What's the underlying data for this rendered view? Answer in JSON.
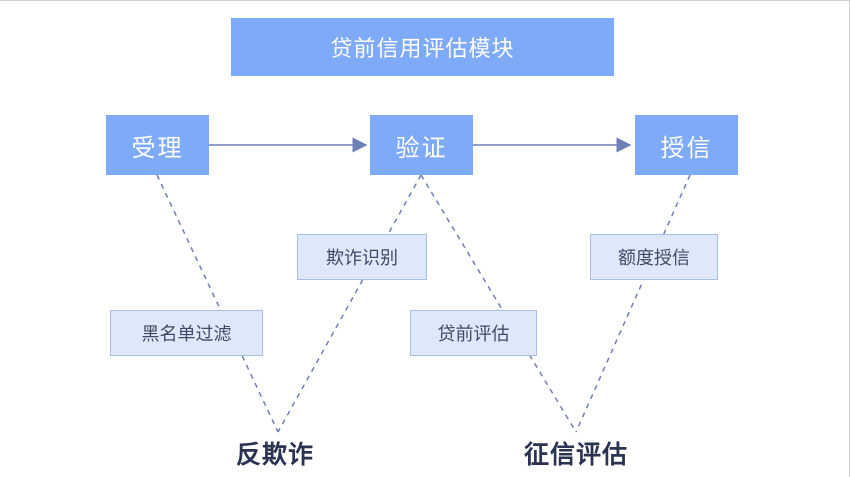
{
  "title": "贷前信用评估模块",
  "steps": [
    "受理",
    "验证",
    "授信"
  ],
  "labels": {
    "blacklist": "黑名单过滤",
    "fraud_identify": "欺诈识别",
    "pre_loan_eval": "贷前评估",
    "credit_limit": "额度授信"
  },
  "groups": {
    "anti_fraud": "反欺诈",
    "credit_eval": "征信评估"
  },
  "colors": {
    "box_fill": "#7eaaf7",
    "label_fill": "#dfe8fb",
    "connector": "#6f7fb8"
  }
}
